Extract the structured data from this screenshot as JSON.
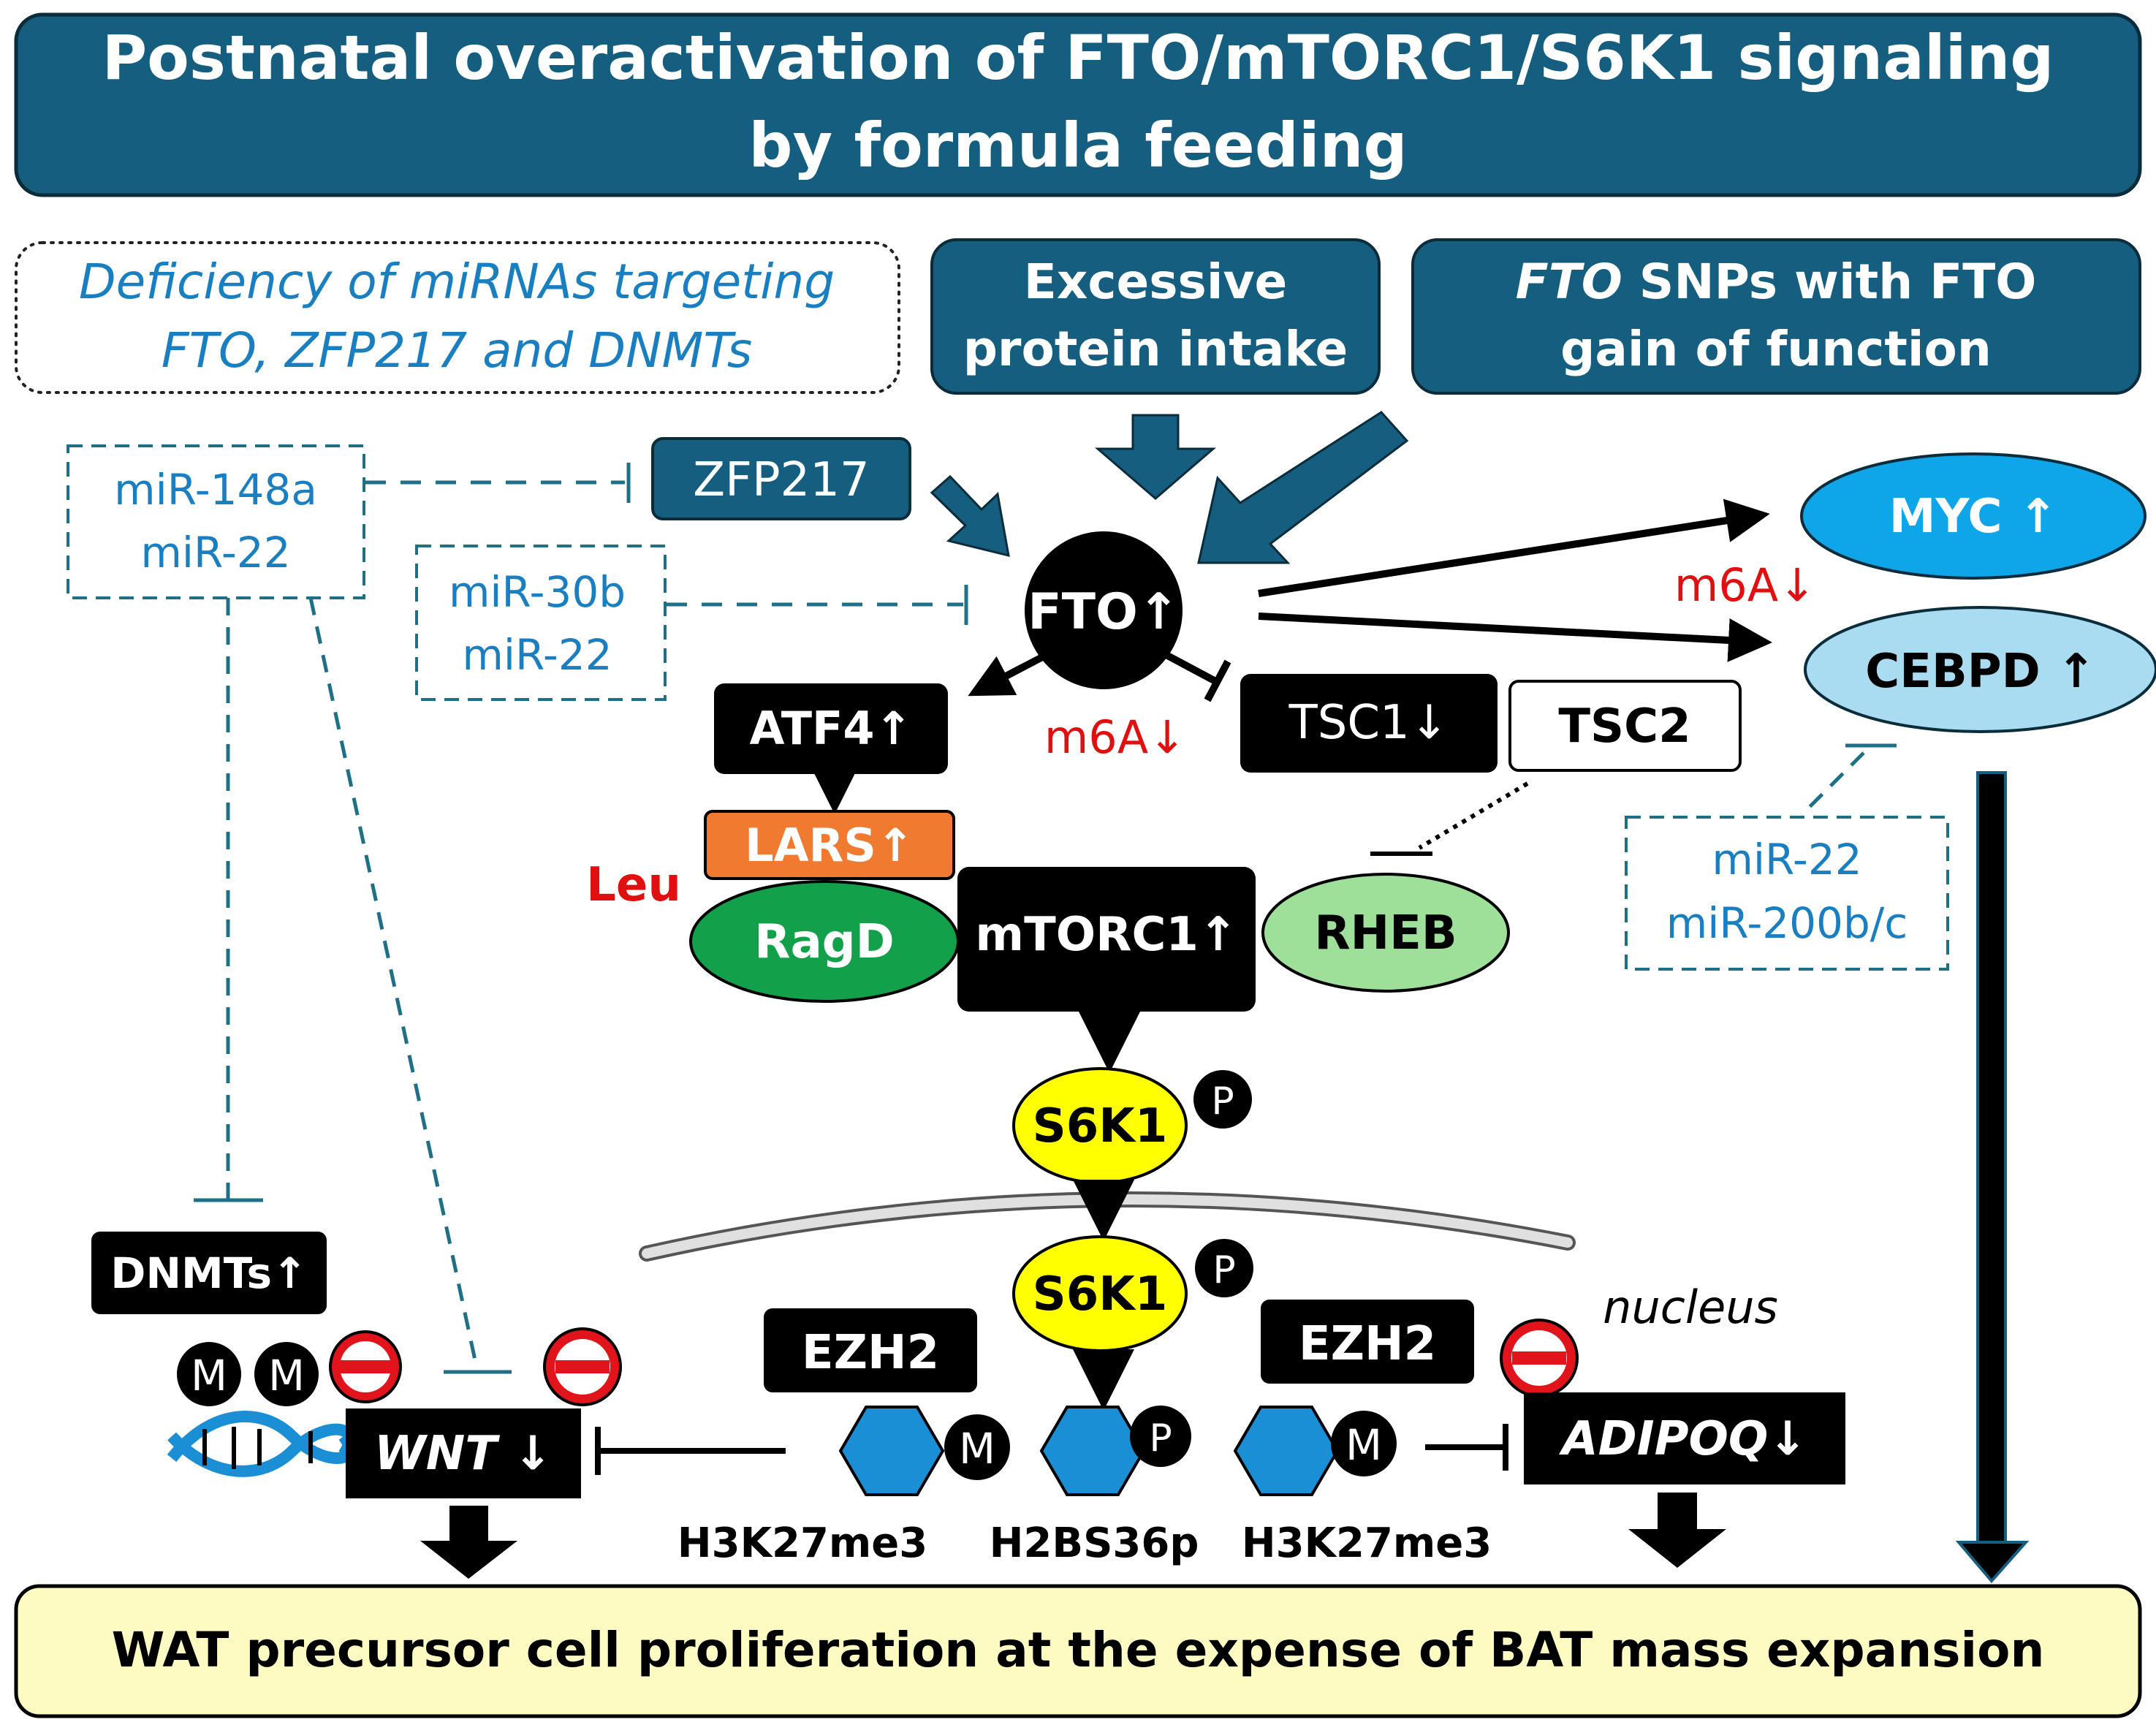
{
  "title": {
    "line1": "Postnatal overactivation of FTO/mTORC1/S6K1 signaling",
    "line2": "by  formula feeding"
  },
  "inputs": {
    "deficiency_line1": "Deficiency of  miRNAs targeting",
    "deficiency_line2": "FTO, ZFP217 and  DNMTs",
    "protein_line1": "Excessive",
    "protein_line2": "protein intake",
    "snp_gene": "FTO",
    "snp_line1_rest": " SNPs with FTO",
    "snp_line2": "gain of function"
  },
  "mirna_groups": {
    "left_1": "miR-148a",
    "left_2": "miR-22",
    "mid_1": "miR-30b",
    "mid_2": "miR-22",
    "right_1": "miR-22",
    "right_2": "miR-200b/c"
  },
  "nodes": {
    "zfp217": "ZFP217",
    "fto": "FTO↑",
    "myc": "MYC ↑",
    "cebpd": "CEBPD ↑",
    "m6a_right": "m6A↓",
    "m6a_center": "m6A↓",
    "atf4": "ATF4↑",
    "tsc1": "TSC1↓",
    "tsc2": "TSC2",
    "lars": "LARS↑",
    "leu": "Leu",
    "ragd": "RagD",
    "mtorc1": "mTORC1↑",
    "rheb": "RHEB",
    "s6k1_cyto": "S6K1",
    "s6k1_nuc": "S6K1",
    "phospho": "P",
    "nucleus": "nucleus",
    "dnmts": "DNMTs↑",
    "methyl": "M",
    "wnt": "WNT ↓",
    "ezh2_left": "EZH2",
    "ezh2_right": "EZH2",
    "adipoq": "ADIPOQ↓",
    "h3k27me3_left": "H3K27me3",
    "h2bs36p": "H2BS36p",
    "h3k27me3_right": "H3K27me3"
  },
  "outcome": "WAT precursor cell proliferation at the expense of  BAT mass expansion",
  "colors": {
    "banner": "#155e7f",
    "mirna_text": "#1a7fc0",
    "inhibit_line": "#1f6f86",
    "red_text": "#e01010",
    "myc_fill": "#0ea5e9",
    "cebpd_fill": "#a9dcf0",
    "lars_fill": "#f07a30",
    "ragd_fill": "#12a14a",
    "rheb_fill": "#9ee09a",
    "s6k1_fill": "#ffff00",
    "histone_fill": "#1a8fd6",
    "outcome_fill": "#fdfbc1",
    "stop_red": "#e0141a"
  }
}
